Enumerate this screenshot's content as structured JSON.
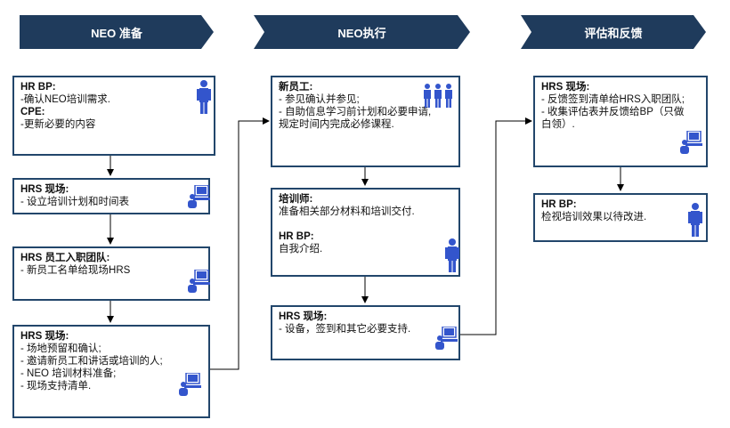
{
  "headers": {
    "col1": "NEO 准备",
    "col2": "NEO执行",
    "col3": "评估和反馈"
  },
  "col1": {
    "box1": {
      "title1": "HR BP:",
      "lines1": [
        "-确认NEO培训需求."
      ],
      "title2": "CPE:",
      "lines2": [
        "-更新必要的内容"
      ]
    },
    "box2": {
      "title": "HRS 现场:",
      "lines": [
        "- 设立培训计划和时间表"
      ]
    },
    "box3": {
      "title": "HRS 员工入职团队:",
      "lines": [
        "- 新员工名单给现场HRS"
      ]
    },
    "box4": {
      "title": "HRS 现场:",
      "lines": [
        "- 场地预留和确认;",
        "- 邀请新员工和讲话或培训的人;",
        "- NEO 培训材料准备;",
        "- 现场支持清单."
      ]
    }
  },
  "col2": {
    "box1": {
      "title": "新员工:",
      "lines": [
        "- 参见确认并参见;",
        "- 自助信息学习前计划和必要申请,",
        "规定时间内完成必修课程."
      ]
    },
    "box2": {
      "title1": "培训师:",
      "lines1": [
        "准备相关部分材料和培训交付."
      ],
      "title2": "HR BP:",
      "lines2": [
        "自我介绍."
      ]
    },
    "box3": {
      "title": "HRS 现场:",
      "lines": [
        "- 设备，签到和其它必要支持."
      ]
    }
  },
  "col3": {
    "box1": {
      "title": "HRS 现场:",
      "lines": [
        "- 反馈签到清单给HRS入职团队;",
        "- 收集评估表并反馈给BP（只做",
        "白领）."
      ]
    },
    "box2": {
      "title": "HR BP:",
      "lines": [
        "检视培训效果以待改进."
      ]
    }
  },
  "colors": {
    "header": "#1f3b5c",
    "border": "#22466b",
    "icon": "#3355cc"
  }
}
